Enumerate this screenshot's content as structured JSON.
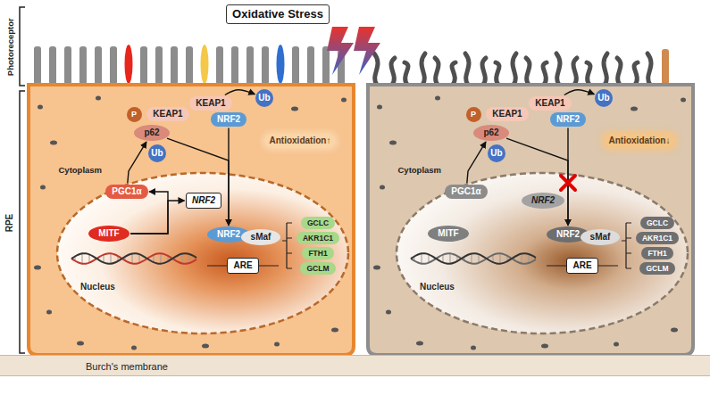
{
  "diagram": {
    "nodes": [
      {
        "text": [
          "Oxidative Stress"
        ]
      },
      {
        "text": [
          "P"
        ]
      },
      {
        "text": [
          "KEAP1"
        ]
      },
      {
        "text": [
          "p62"
        ]
      },
      {
        "text": [
          "Ub"
        ]
      },
      {
        "text": [
          "KEAP1"
        ]
      },
      {
        "text": [
          "Ub"
        ]
      },
      {
        "text": [
          "NRF2"
        ]
      },
      {
        "text": [
          "PGC1α"
        ]
      },
      {
        "text": [
          "Nucleus"
        ]
      },
      {
        "text": [
          "NRF2"
        ],
        "in": 9
      },
      {
        "text": [
          "MITF"
        ],
        "in": 9
      },
      {
        "text": [
          "NRF2"
        ],
        "in": 9
      },
      {
        "text": [
          "sMaf"
        ],
        "in": 9
      },
      {
        "text": [
          "ARE"
        ],
        "in": 9
      },
      {
        "text": [
          "GCLC"
        ],
        "in": 9
      },
      {
        "text": [
          "AKR1C1"
        ],
        "in": 9
      },
      {
        "text": [
          "FTH1"
        ],
        "in": 9
      },
      {
        "text": [
          "GCLM"
        ],
        "in": 9
      },
      {
        "text": [
          "P"
        ]
      },
      {
        "text": [
          "KEAP1"
        ]
      },
      {
        "text": [
          "p62"
        ]
      },
      {
        "text": [
          "Ub"
        ]
      },
      {
        "text": [
          "KEAP1"
        ]
      },
      {
        "text": [
          "Ub"
        ]
      },
      {
        "text": [
          "NRF2"
        ]
      },
      {
        "text": [
          "PGC1α"
        ]
      },
      {
        "text": [
          "Nucleus"
        ]
      },
      {
        "text": [
          "NRF2"
        ],
        "in": 27
      },
      {
        "text": [
          "MITF"
        ],
        "in": 27
      },
      {
        "text": [
          "NRF2"
        ],
        "in": 27
      },
      {
        "text": [
          "sMaf"
        ],
        "in": 27
      },
      {
        "text": [
          "ARE"
        ],
        "in": 27
      },
      {
        "text": [
          "GCLC"
        ],
        "in": 27
      },
      {
        "text": [
          "AKR1C1"
        ],
        "in": 27
      },
      {
        "text": [
          "FTH1"
        ],
        "in": 27
      },
      {
        "text": [
          "GCLM"
        ],
        "in": 27
      },
      {
        "text": [
          "Burch's membrane"
        ]
      }
    ],
    "edges": [
      {
        "from": 8,
        "to": 3,
        "arrow": "to"
      },
      {
        "from": 11,
        "to": 8,
        "arrow": "to"
      },
      {
        "from": 11,
        "to": 10,
        "arrow": "to"
      },
      {
        "from": 5,
        "to": 6,
        "arrow": "to"
      },
      {
        "from": 3,
        "to": 12,
        "arrow": "to"
      },
      {
        "from": 7,
        "to": 12,
        "arrow": "to"
      },
      {
        "from": 26,
        "to": 21,
        "arrow": "to"
      },
      {
        "from": 23,
        "to": 24,
        "arrow": "to"
      },
      {
        "from": 21,
        "to": 30,
        "arrow": "to"
      },
      {
        "from": 25,
        "to": 30,
        "arrow": "to"
      }
    ],
    "labels": [
      "Photoreceptor",
      "RPE",
      "Antioxidation↑",
      "Cytoplasm",
      "Antioxidation↓",
      "Cytoplasm"
    ]
  }
}
